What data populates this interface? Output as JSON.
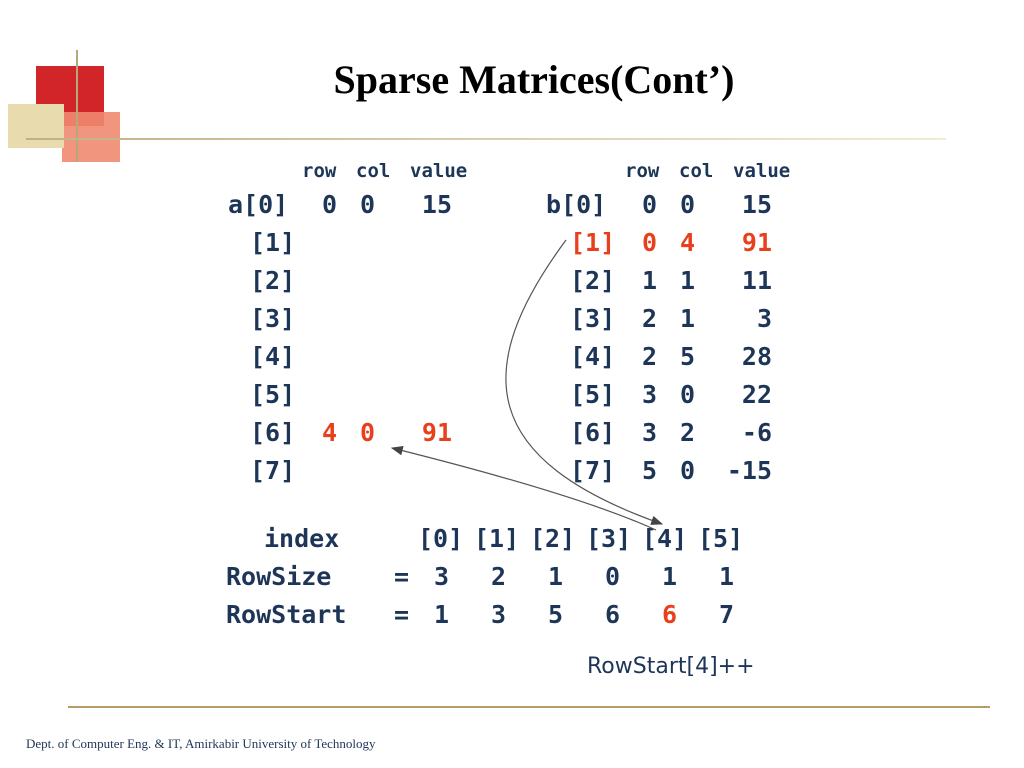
{
  "title": "Sparse Matrices(Cont’)",
  "header_labels": {
    "row": "row",
    "col": "col",
    "value": "value"
  },
  "matrix_a": [
    {
      "idx": "a[0]",
      "row": "0",
      "col": "0",
      "value": "15"
    },
    {
      "idx": "[1]"
    },
    {
      "idx": "[2]"
    },
    {
      "idx": "[3]"
    },
    {
      "idx": "[4]"
    },
    {
      "idx": "[5]"
    },
    {
      "idx": "[6]",
      "row": "4",
      "col": "0",
      "value": "91"
    },
    {
      "idx": "[7]"
    }
  ],
  "matrix_b": [
    {
      "idx": "b[0]",
      "row": "0",
      "col": "0",
      "value": "15"
    },
    {
      "idx": "[1]",
      "row": "0",
      "col": "4",
      "value": "91"
    },
    {
      "idx": "[2]",
      "row": "1",
      "col": "1",
      "value": "11"
    },
    {
      "idx": "[3]",
      "row": "2",
      "col": "1",
      "value": "3"
    },
    {
      "idx": "[4]",
      "row": "2",
      "col": "5",
      "value": "28"
    },
    {
      "idx": "[5]",
      "row": "3",
      "col": "0",
      "value": "22"
    },
    {
      "idx": "[6]",
      "row": "3",
      "col": "2",
      "value": "-6"
    },
    {
      "idx": "[7]",
      "row": "5",
      "col": "0",
      "value": "-15"
    }
  ],
  "index_row": {
    "label": "index",
    "cells": [
      "[0]",
      "[1]",
      "[2]",
      "[3]",
      "[4]",
      "[5]"
    ]
  },
  "rowsize_row": {
    "label": "RowSize",
    "eq": "=",
    "values": [
      "3",
      "2",
      "1",
      "0",
      "1",
      "1"
    ]
  },
  "rowstart_row": {
    "label": "RowStart",
    "eq": "=",
    "values": [
      "1",
      "3",
      "5",
      "6",
      "6",
      "7"
    ]
  },
  "rowstart_note": "RowStart[4]++",
  "footer": "Dept. of Computer Eng. & IT, Amirkabir University of Technology",
  "colors": {
    "text": "#1d3557",
    "highlight": "#e8401c",
    "accent_red": "#d2252a",
    "accent_salmon": "#f08a70",
    "accent_tan": "#e8dcae"
  }
}
